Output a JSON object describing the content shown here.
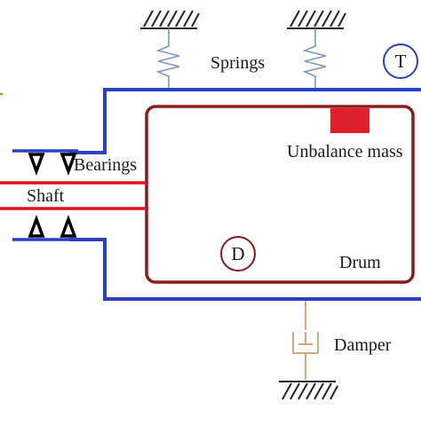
{
  "labels": {
    "springs": "Springs",
    "bearings": "Bearings",
    "shaft": "Shaft",
    "unbalance_mass": "Unbalance mass",
    "drum": "Drum",
    "damper": "Damper",
    "tub_marker": "T",
    "drum_marker": "D"
  },
  "colors": {
    "tub": "#2b3fc4",
    "drum": "#8b1a1a",
    "shaft": "#e0101e",
    "unbalance_mass": "#e0202a",
    "spring": "#7f98b8",
    "damper": "#c9a070",
    "ground": "#222222",
    "bearing": "#000000"
  }
}
